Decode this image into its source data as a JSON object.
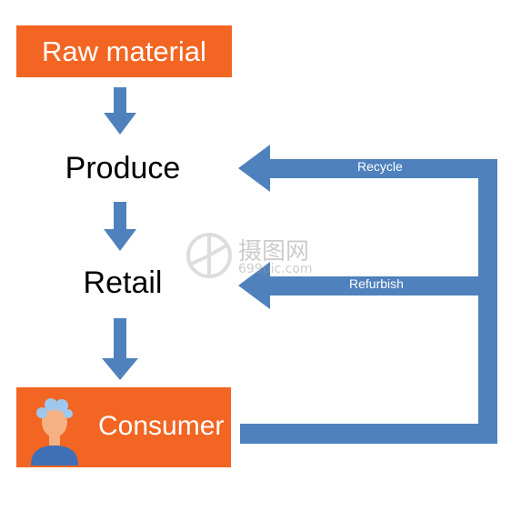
{
  "nodes": {
    "raw_material": "Raw material",
    "produce": "Produce",
    "retail": "Retail",
    "consumer": "Consumer"
  },
  "loops": {
    "recycle": "Recycle",
    "refurbish": "Refurbish"
  },
  "watermark": {
    "brand": "摄图网",
    "site": "699pic.com"
  },
  "colors": {
    "box": "#f26522",
    "arrow": "#4f81bd",
    "text": "#000000"
  }
}
